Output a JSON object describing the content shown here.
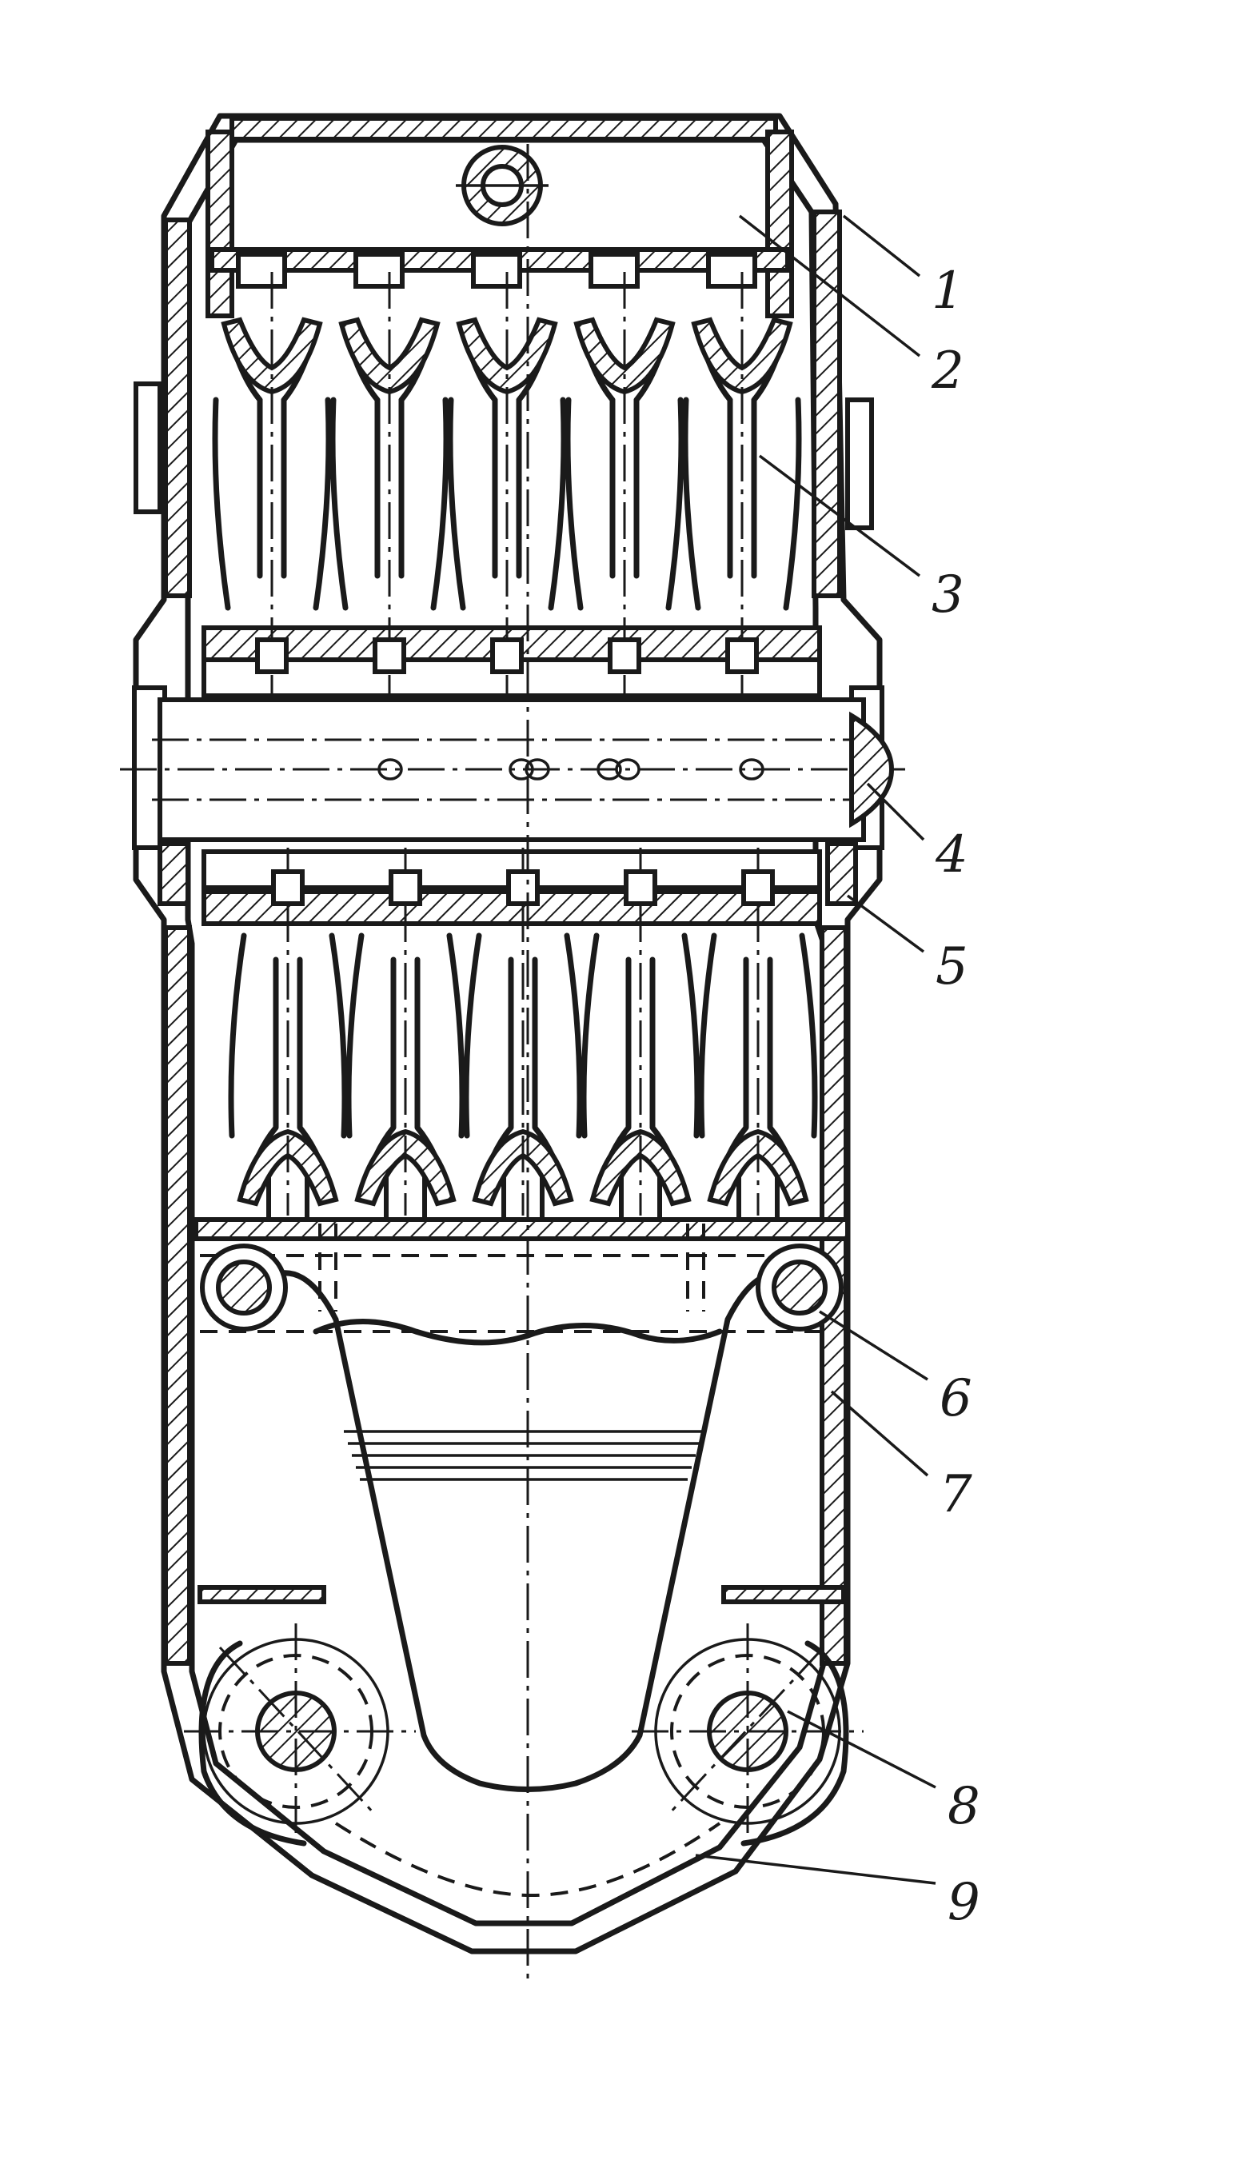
{
  "callouts": [
    {
      "id": "1",
      "label": "1"
    },
    {
      "id": "2",
      "label": "2"
    },
    {
      "id": "3",
      "label": "3"
    },
    {
      "id": "4",
      "label": "4"
    },
    {
      "id": "5",
      "label": "5"
    },
    {
      "id": "6",
      "label": "6"
    },
    {
      "id": "7",
      "label": "7"
    },
    {
      "id": "8",
      "label": "8"
    },
    {
      "id": "9",
      "label": "9"
    }
  ],
  "colors": {
    "ink": "#1a1a1a",
    "paper": "#ffffff"
  }
}
